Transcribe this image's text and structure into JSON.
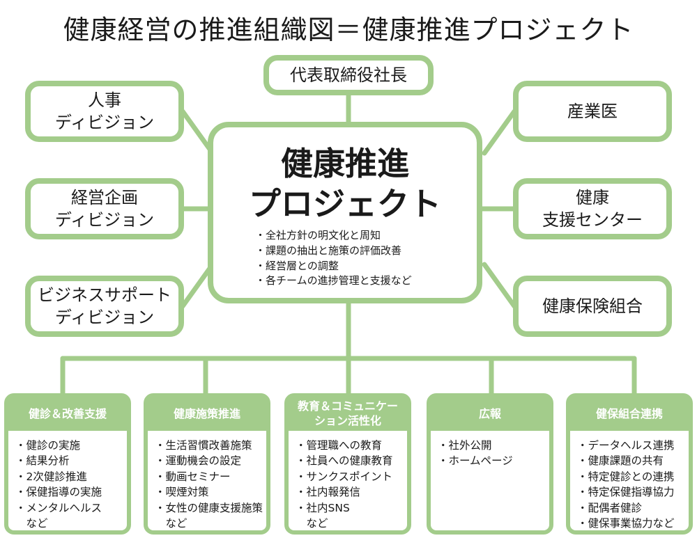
{
  "title": "健康経営の推進組織図＝健康推進プロジェクト",
  "top_box": "代表取締役社長",
  "left_boxes": [
    {
      "line1": "人事",
      "line2": "ディビジョン"
    },
    {
      "line1": "経営企画",
      "line2": "ディビジョン"
    },
    {
      "line1": "ビジネスサポート",
      "line2": "ディビジョン"
    }
  ],
  "right_boxes": [
    {
      "line1": "産業医",
      "line2": ""
    },
    {
      "line1": "健康",
      "line2": "支援センター"
    },
    {
      "line1": "健康保険組合",
      "line2": ""
    }
  ],
  "center": {
    "title_line1": "健康推進",
    "title_line2": "プロジェクト",
    "items": [
      "全社方針の明文化と周知",
      "課題の抽出と施策の評価改善",
      "経営層との調整",
      "各チームの進捗管理と支援など"
    ]
  },
  "teams": [
    {
      "name": "健診＆改善支援",
      "items": [
        "健診の実施",
        "結果分析",
        "2次健診推進",
        "保健指導の実施",
        "メンタルヘルス",
        "など"
      ]
    },
    {
      "name": "健康施策推進",
      "items": [
        "生活習慣改善施策",
        "運動機会の設定",
        "動画セミナー",
        "喫煙対策",
        "女性の健康支援施策",
        "など"
      ]
    },
    {
      "name": "教育＆コミュニケーション活性化",
      "name_line1": "教育＆コミュニケー",
      "name_line2": "ション活性化",
      "items": [
        "管理職への教育",
        "社員への健康教育",
        "サンクスポイント",
        "社内報発信",
        "社内SNS",
        "など"
      ]
    },
    {
      "name": "広報",
      "items": [
        "社外公開",
        "ホームページ"
      ]
    },
    {
      "name": "健保組合連携",
      "items": [
        "データヘルス連携",
        "健康課題の共有",
        "特定健診との連携",
        "特定保健指導協力",
        "配偶者健診",
        "健保事業協力など"
      ]
    }
  ]
}
